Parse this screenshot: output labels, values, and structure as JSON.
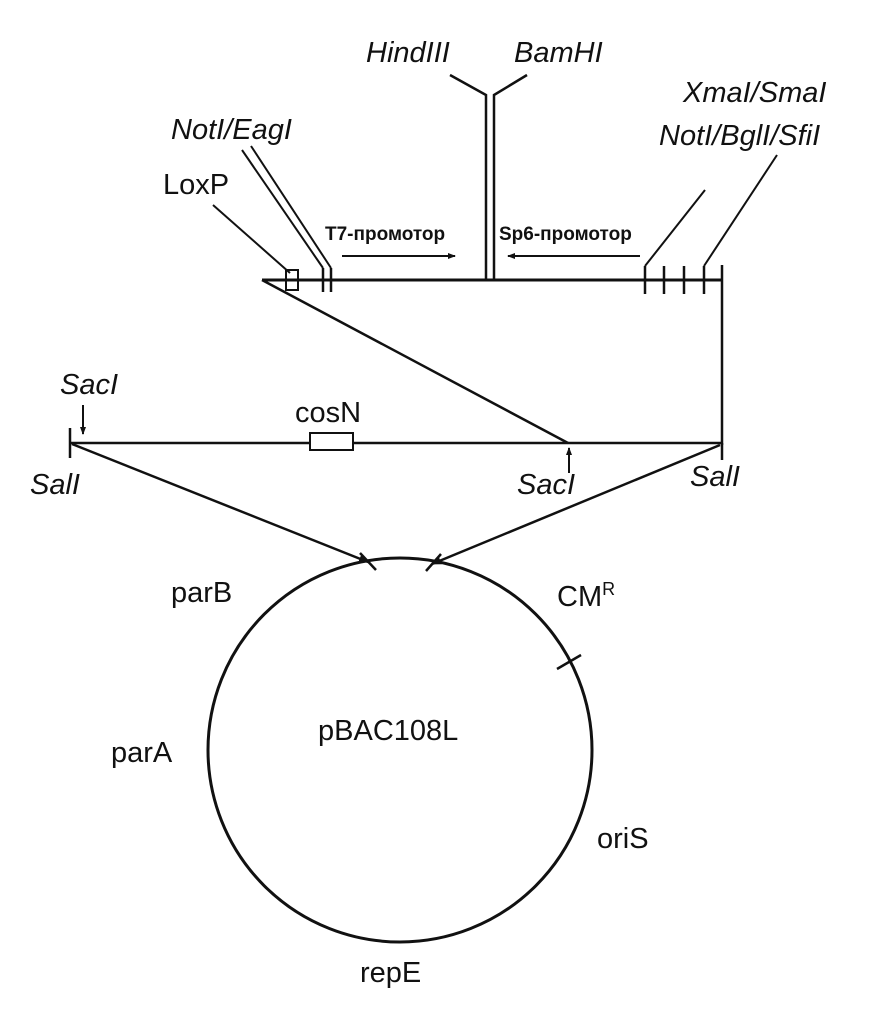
{
  "diagram": {
    "labels": {
      "hindiii": "HindIII",
      "bamhi": "BamHI",
      "noti_eagi": "NotI/EagI",
      "xmai_smai": "XmaI/SmaI",
      "noti_bgli_sfii": "NotI/BglI/SfiI",
      "loxp": "LoxP",
      "t7_promoter": "T7-промотор",
      "sp6_promoter": "Sp6-промотор",
      "saci_left": "SacI",
      "cosn": "cosN",
      "sali_left": "SalI",
      "saci_right": "SacI",
      "sali_right": "SalI",
      "parb": "parB",
      "cmr_base": "CM",
      "cmr_sup": "R",
      "para": "parA",
      "plasmid_name": "pBAC108L",
      "oris": "oriS",
      "repe": "repE"
    },
    "colors": {
      "ink": "#111111",
      "background": "#ffffff"
    }
  }
}
